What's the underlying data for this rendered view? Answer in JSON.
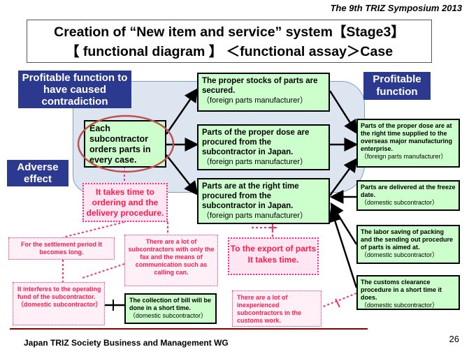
{
  "header": {
    "symposium": "The 9th TRIZ Symposium 2013"
  },
  "title": {
    "line1": "Creation of “New item and service” system【Stage3】",
    "line2": "【 functional diagram 】 ＜functional assay＞Case"
  },
  "labels": {
    "profitable_contradiction": "Profitable function to have caused contradiction",
    "profitable_function": "Profitable function",
    "adverse_effect": "Adverse effect"
  },
  "green": {
    "each_subcontractor": "Each subcontractor orders parts in every case.",
    "proper_stocks": "The proper stocks of parts are secured.",
    "proper_stocks_note": "（foreign parts manufacturer）",
    "proper_dose": "Parts of the proper dose are procured from the subcontractor in Japan.",
    "proper_dose_note": "（foreign parts manufacturer）",
    "right_time": "Parts are at the right time procured from the subcontractor in Japan.",
    "right_time_note": "（foreign parts manufacturer）",
    "right_time_supplied": "Parts of the proper dose are at the right time supplied to the overseas major manufacturing enterprise.",
    "right_time_supplied_note": "（foreign parts manufacturer）",
    "freeze_date": "Parts are delivered at the freeze date.",
    "freeze_date_note": "（domestic subcontractor）",
    "labor_saving": "The labor saving of packing and the sending out procedure of parts is aimed at.",
    "labor_saving_note": "（domestic subcontractor）",
    "customs": "The customs clearance procedure in a short time it does.",
    "customs_note": "（domestic subcontractor）",
    "bill": "The collection of bill will be done in a short time.",
    "bill_note": "（domestic subcontractor）"
  },
  "pink": {
    "takes_time_ordering": "It takes time to ordering and the delivery procedure.",
    "settlement": "For the settlement period It becomes long.",
    "fax": "There are a lot of subcontractors with only the fax and the means of communication such as calling can.",
    "export": "To the export of parts It takes time.",
    "interferes": "It interferes to the operating fund of the subcontractor. （domestic subcontractor）",
    "inexperienced": "There are a lot of inexperienced subcontractors in the customs work."
  },
  "footer": {
    "org": "Japan TRIZ Society Business and Management WG",
    "page": "26"
  }
}
